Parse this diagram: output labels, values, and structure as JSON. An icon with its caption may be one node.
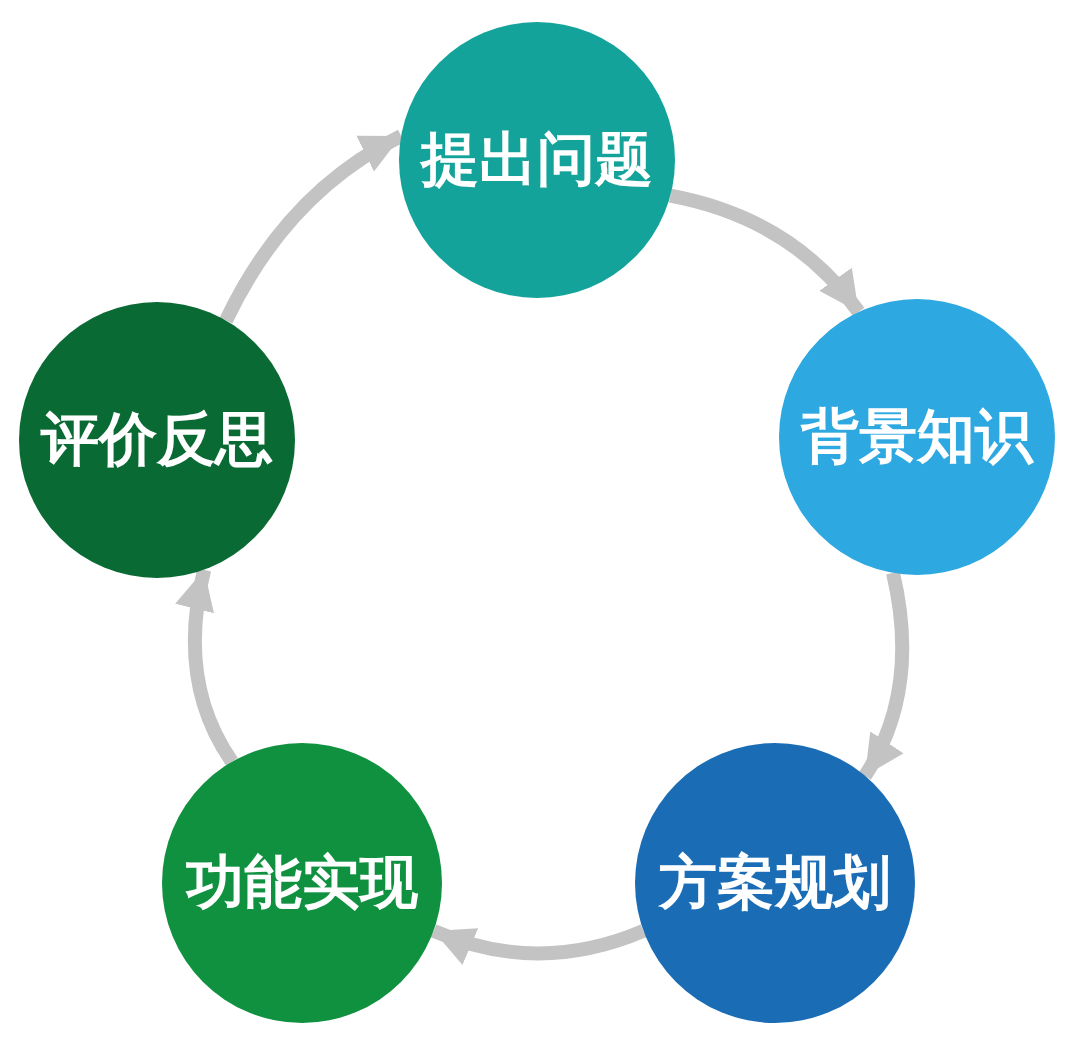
{
  "diagram": {
    "nodes": [
      {
        "text": [
          "提出问题"
        ]
      },
      {
        "text": [
          "背景知识"
        ]
      },
      {
        "text": [
          "方案规划"
        ]
      },
      {
        "text": [
          "功能实现"
        ]
      },
      {
        "text": [
          "评价反思"
        ]
      }
    ],
    "edges": [
      {
        "from": 0,
        "to": 1,
        "arrow": "to"
      },
      {
        "from": 1,
        "to": 2,
        "arrow": "to"
      },
      {
        "from": 2,
        "to": 3,
        "arrow": "to"
      },
      {
        "from": 3,
        "to": 4,
        "arrow": "to"
      },
      {
        "from": 4,
        "to": 0,
        "arrow": "to"
      }
    ]
  }
}
